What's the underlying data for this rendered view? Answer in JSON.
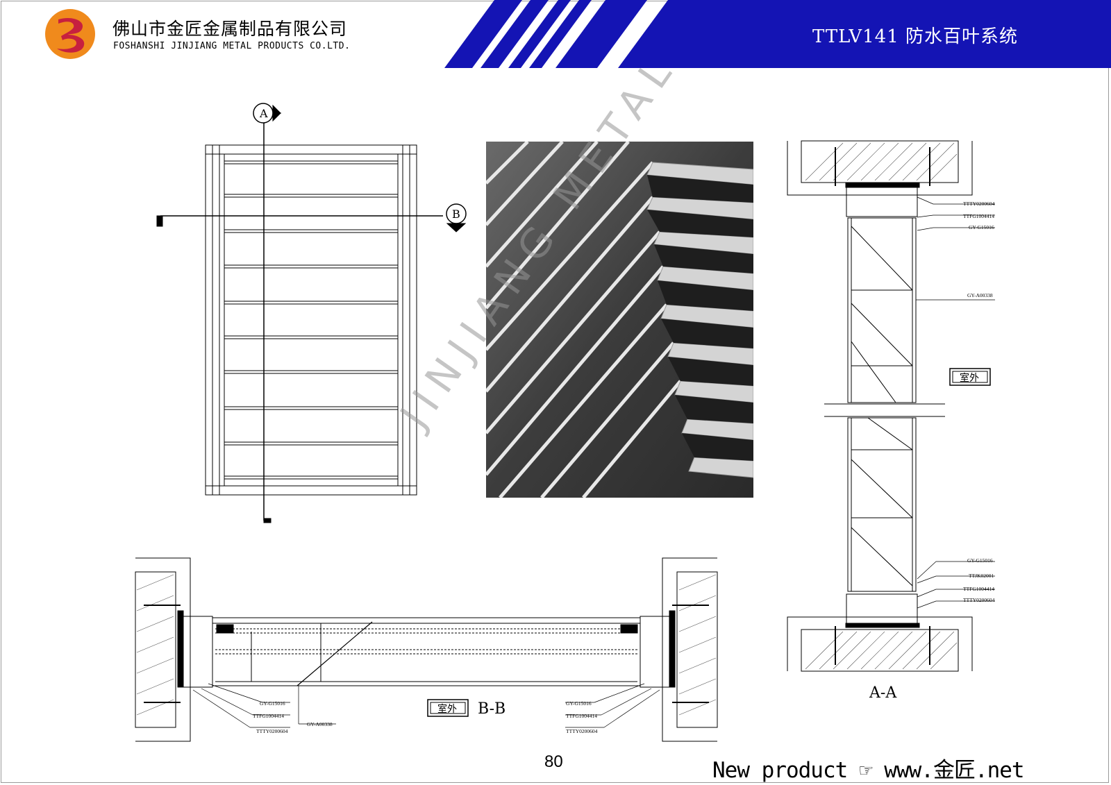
{
  "header": {
    "company_cn": "佛山市金匠金属制品有限公司",
    "company_en": "FOSHANSHI JINJIANG METAL PRODUCTS CO.LTD.",
    "product_title": "TTLV141 防水百叶系统",
    "brand_colors": {
      "banner": "#1414b4",
      "logo_orange": "#f08a1c",
      "logo_red": "#c7203f"
    }
  },
  "elevation": {
    "section_mark_a": "A",
    "section_mark_b": "B"
  },
  "photo": {
    "watermark": "JINJIANG METAL"
  },
  "section_aa": {
    "title": "A-A",
    "exterior_label": "室外",
    "part_labels_top": [
      "TTTY0200604",
      "TTFG1004414",
      "GY-G15016",
      "GY-A00338"
    ],
    "part_labels_bottom": [
      "GY-G15016",
      "TTJK02001",
      "TTFG1004414",
      "TTTY0200604"
    ]
  },
  "section_bb": {
    "title": "B-B",
    "exterior_label": "室外",
    "left_labels": [
      "GY-G15016",
      "TTFG1004414",
      "TTTY0200604"
    ],
    "center_label": "GY-A00338",
    "right_labels": [
      "GY-G15016",
      "TTFG1004414",
      "TTTY0200604"
    ]
  },
  "footer": {
    "page_number": "80",
    "new_product": "New product ☞ www.金匠.net"
  }
}
